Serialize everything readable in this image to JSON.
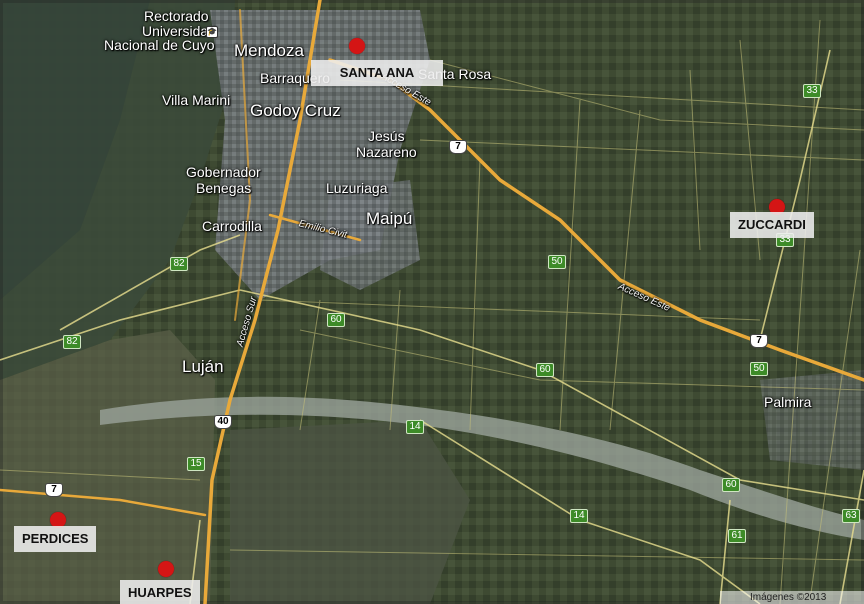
{
  "map": {
    "places": {
      "rectorado": "Rectorado",
      "universidad": "Universidad",
      "nacional_cuyo": "Nacional de Cuyo",
      "mendoza": "Mendoza",
      "barraquero": "Barraquero",
      "santa_rosa": "Santa Rosa",
      "villa_marini": "Villa Marini",
      "godoy_cruz": "Godoy Cruz",
      "jesus": "Jesús",
      "nazareno": "Nazareno",
      "gobernador": "Gobernador",
      "benegas": "Benegas",
      "luzuriaga": "Luzuriaga",
      "maipu": "Maipú",
      "carrodilla": "Carrodilla",
      "lujan": "Luján",
      "palmira": "Palmira"
    },
    "roads": {
      "emilio_civit": "Emilio Civit",
      "acceso_sur": "Acceso Sur",
      "acceso_este": "Acceso Este"
    },
    "shields": {
      "r7a": "7",
      "r7b": "7",
      "r7c": "7",
      "r40": "40",
      "r82a": "82",
      "r82b": "82",
      "r60a": "60",
      "r60b": "60",
      "r60c": "60",
      "r50a": "50",
      "r50b": "50",
      "r33a": "33",
      "r33b": "33",
      "r14a": "14",
      "r14b": "14",
      "r15": "15",
      "r61": "61",
      "r63": "63"
    },
    "wineries": {
      "santa_ana": "SANTA ANA",
      "zuccardi": "ZUCCARDI",
      "perdices": "PERDICES",
      "huarpes": "HUARPES"
    },
    "copyright": "Imágenes ©2013",
    "colors": {
      "marker": "#d41515",
      "highway": "#e8a93a",
      "shield_green": "#3d8b28"
    }
  }
}
